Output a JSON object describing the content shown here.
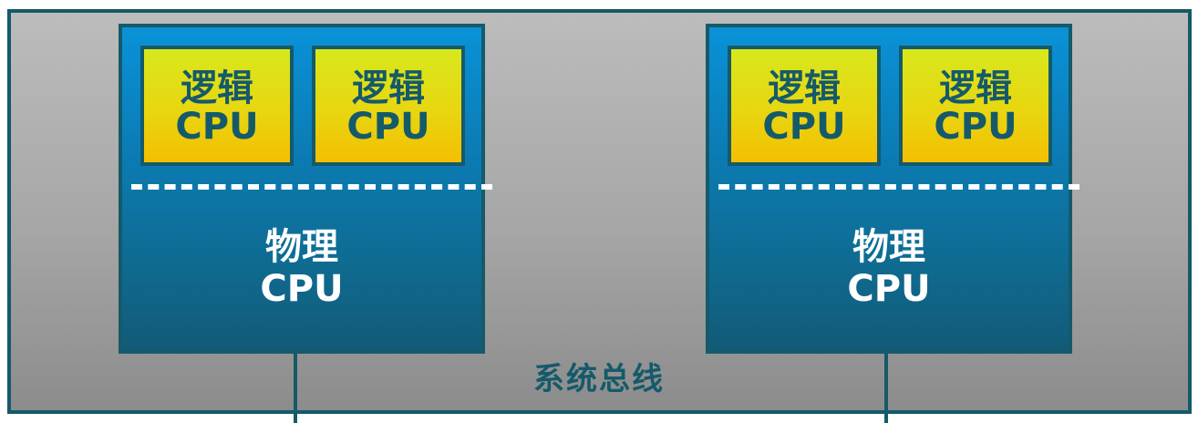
{
  "diagram": {
    "system_bus_label": "系统总线",
    "physical_cpus": [
      {
        "line1": "物理",
        "line2": "CPU",
        "logical_cpus": [
          {
            "line1": "逻辑",
            "line2": "CPU"
          },
          {
            "line1": "逻辑",
            "line2": "CPU"
          }
        ]
      },
      {
        "line1": "物理",
        "line2": "CPU",
        "logical_cpus": [
          {
            "line1": "逻辑",
            "line2": "CPU"
          },
          {
            "line1": "逻辑",
            "line2": "CPU"
          }
        ]
      }
    ],
    "colors": {
      "border": "#155a6a",
      "physical_fill_top": "#0a92d8",
      "physical_fill_bottom": "#125a78",
      "logical_fill_top": "#d8e81c",
      "logical_fill_bottom": "#f3bf02",
      "system_fill_top": "#bcbcbc",
      "system_fill_bottom": "#8c8c8c",
      "bus_text": "#155a6a",
      "physical_text": "#ffffff"
    }
  }
}
